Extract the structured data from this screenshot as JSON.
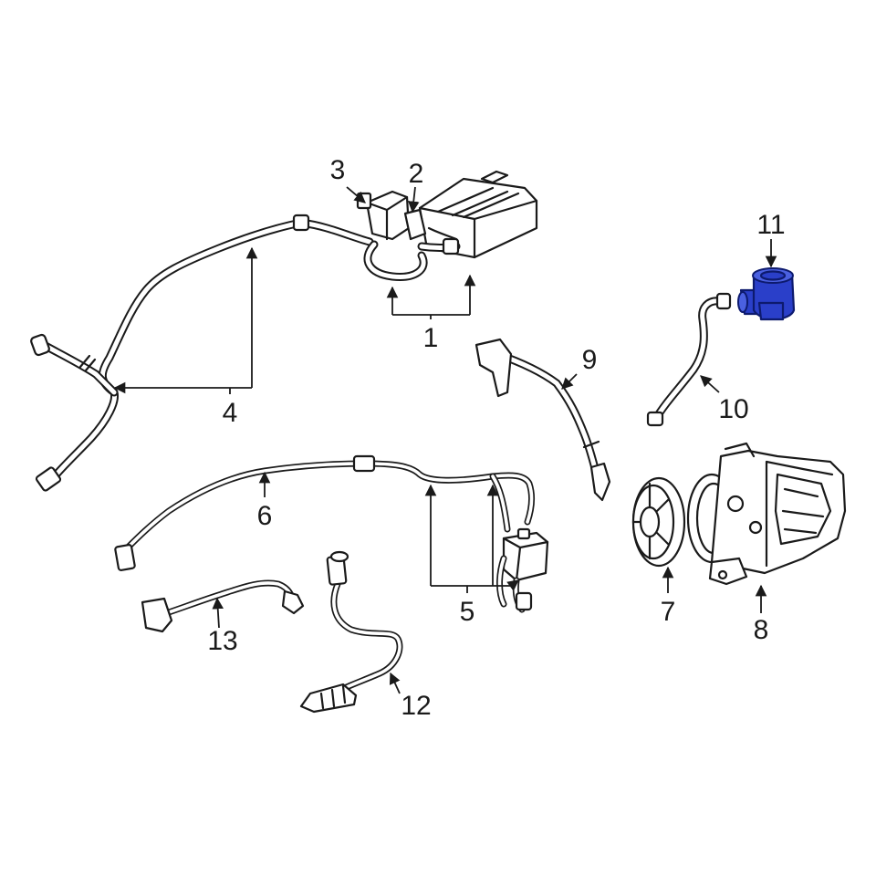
{
  "diagram": {
    "highlight_color": "#2a3fc9",
    "line_color": "#1a1a1a",
    "background": "#ffffff",
    "callouts": [
      {
        "id": "1",
        "label": "1"
      },
      {
        "id": "2",
        "label": "2"
      },
      {
        "id": "3",
        "label": "3"
      },
      {
        "id": "4",
        "label": "4"
      },
      {
        "id": "5",
        "label": "5"
      },
      {
        "id": "6",
        "label": "6"
      },
      {
        "id": "7",
        "label": "7"
      },
      {
        "id": "8",
        "label": "8"
      },
      {
        "id": "9",
        "label": "9"
      },
      {
        "id": "10",
        "label": "10"
      },
      {
        "id": "11",
        "label": "11"
      },
      {
        "id": "12",
        "label": "12"
      },
      {
        "id": "13",
        "label": "13"
      }
    ],
    "highlighted_part": "11"
  }
}
